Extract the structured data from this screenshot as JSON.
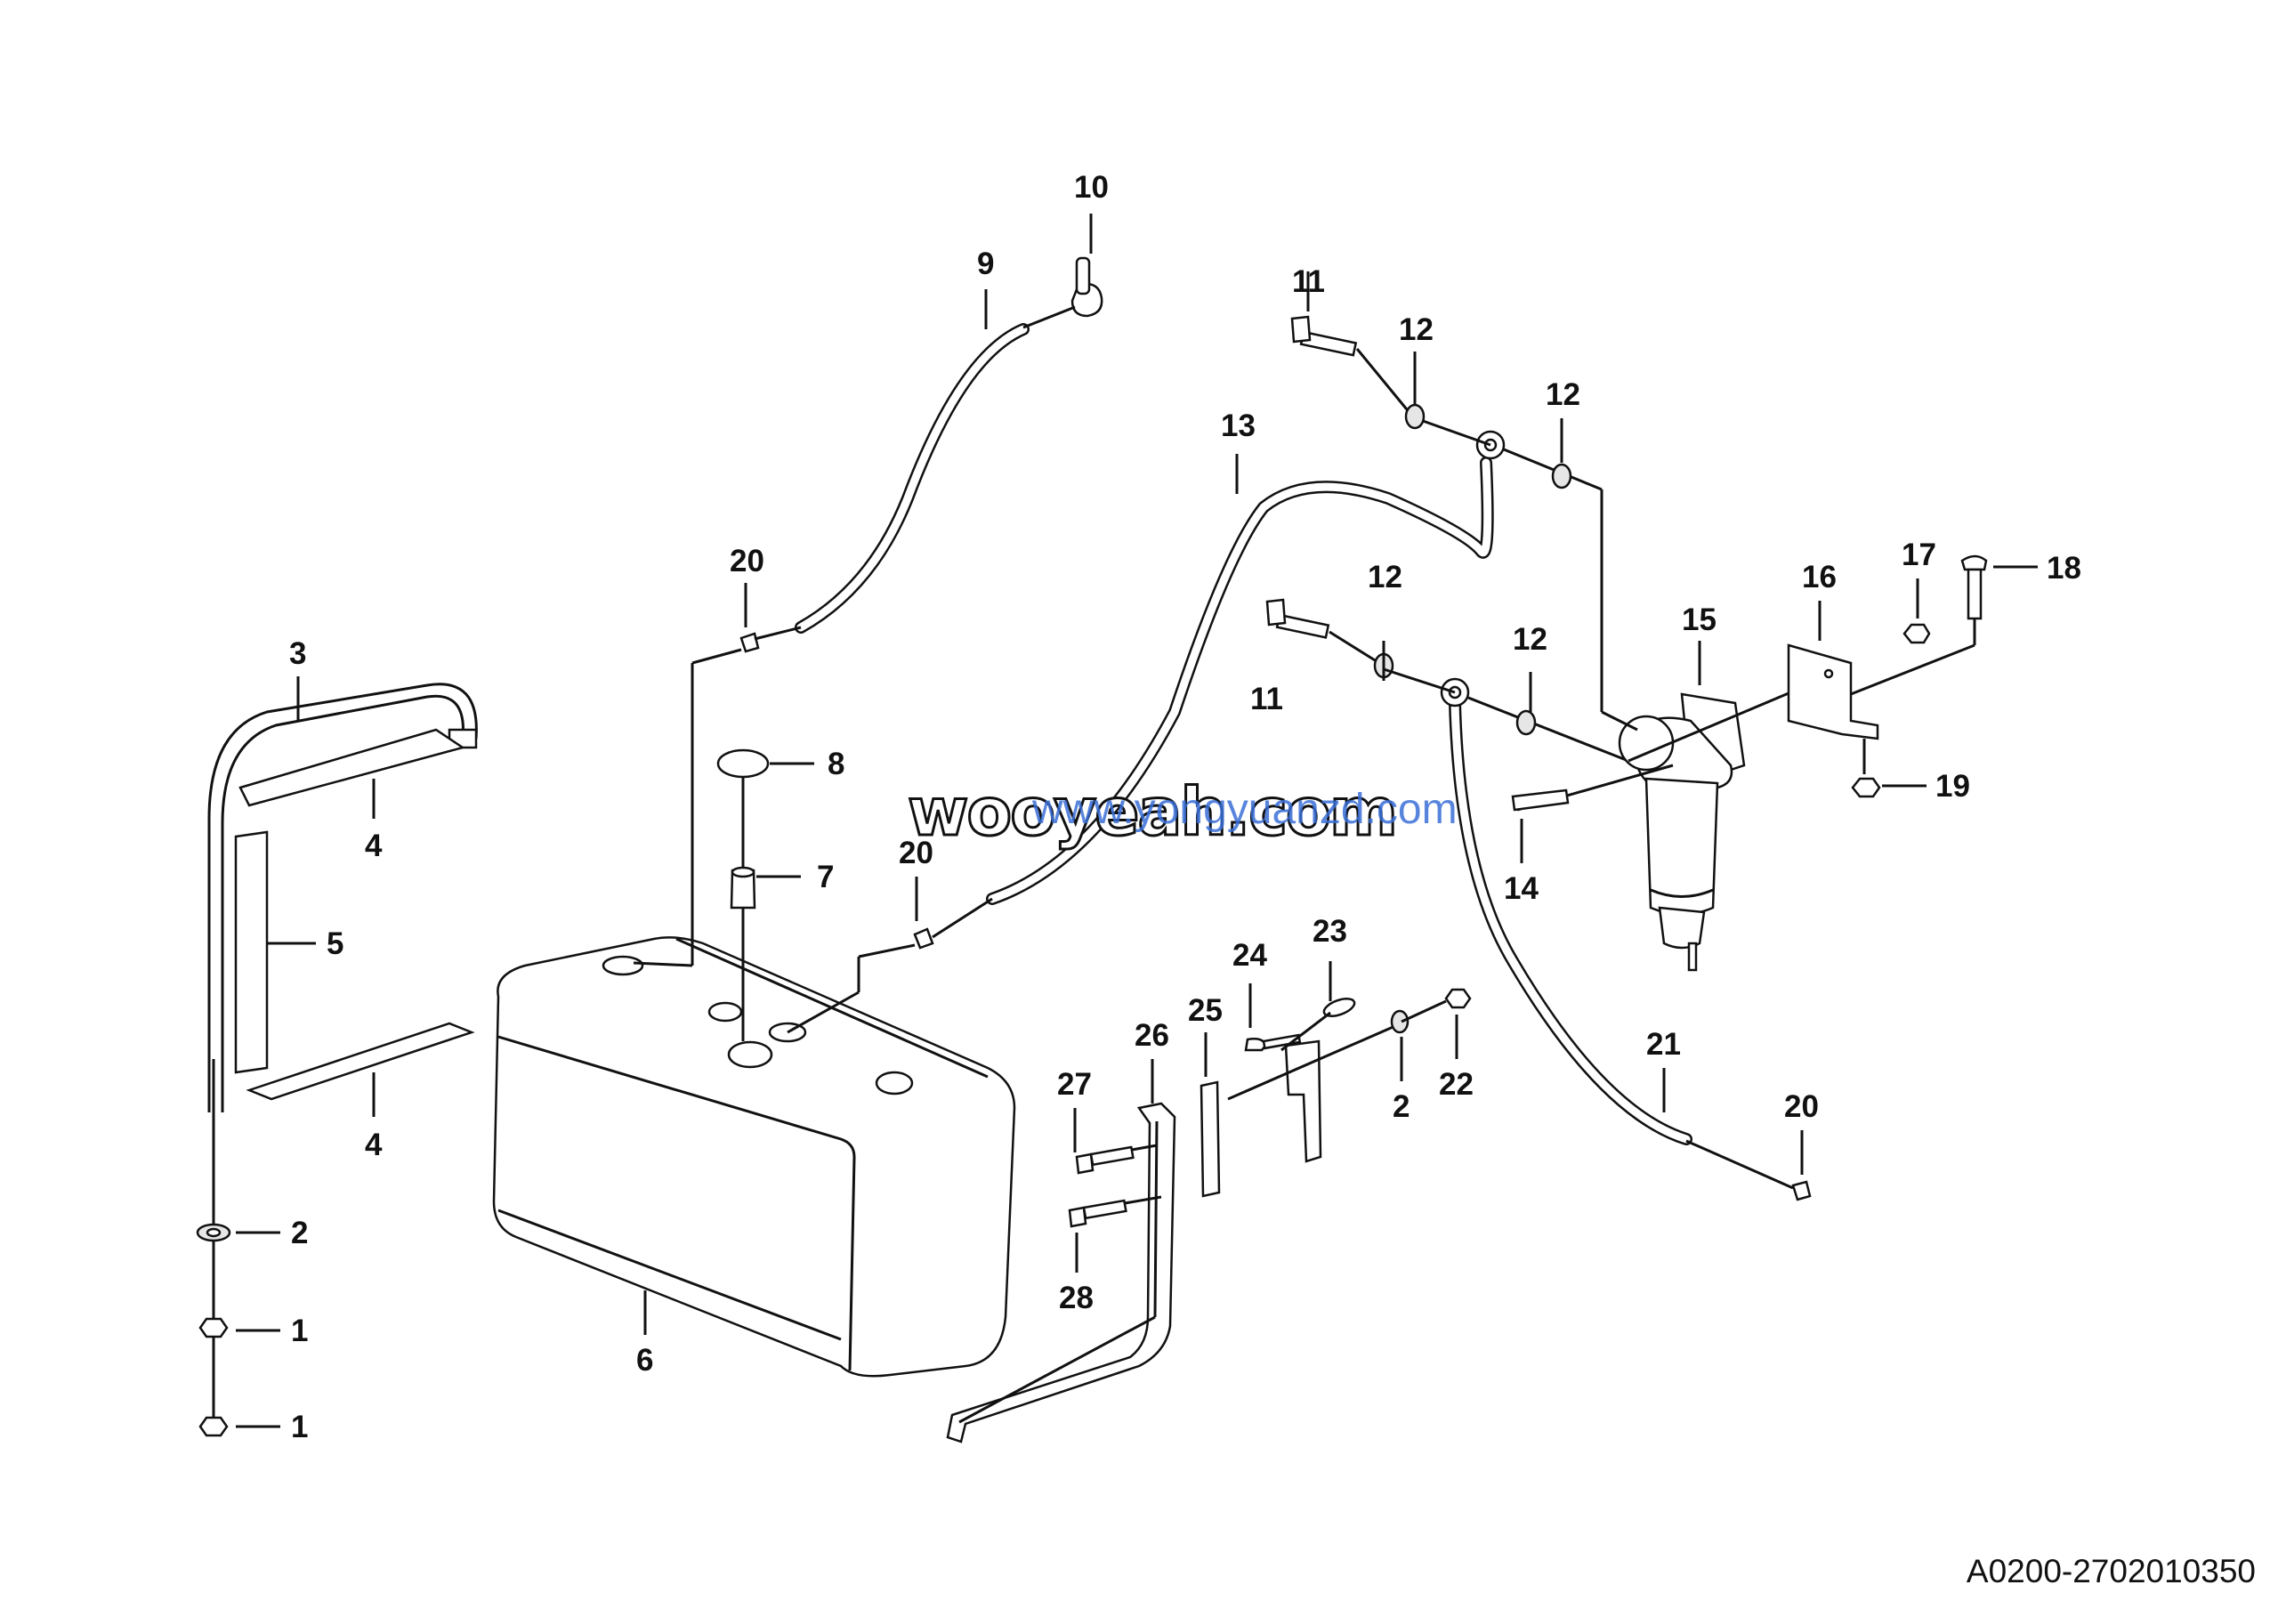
{
  "diagram": {
    "watermark": "wooyeah.com",
    "watermark_overlay": "www.yongyuanzd.com",
    "drawing_code": "A0200-2702010350",
    "callouts": {
      "c10": "10",
      "c9": "9",
      "c11a": "11",
      "c12a": "12",
      "c12b": "12",
      "c13": "13",
      "c20a": "20",
      "c3": "3",
      "c4a": "4",
      "c5": "5",
      "c4b": "4",
      "c8": "8",
      "c7": "7",
      "c20b": "20",
      "c11b": "11",
      "c12c": "12",
      "c12d": "12",
      "c15": "15",
      "c16": "16",
      "c17": "17",
      "c18": "18",
      "c19": "19",
      "c14": "14",
      "c24": "24",
      "c23": "23",
      "c26": "26",
      "c25": "25",
      "c27": "27",
      "c28": "28",
      "c2a": "2",
      "c22": "22",
      "c21": "21",
      "c20c": "20",
      "c2b": "2",
      "c1a": "1",
      "c1b": "1",
      "c6": "6"
    }
  }
}
